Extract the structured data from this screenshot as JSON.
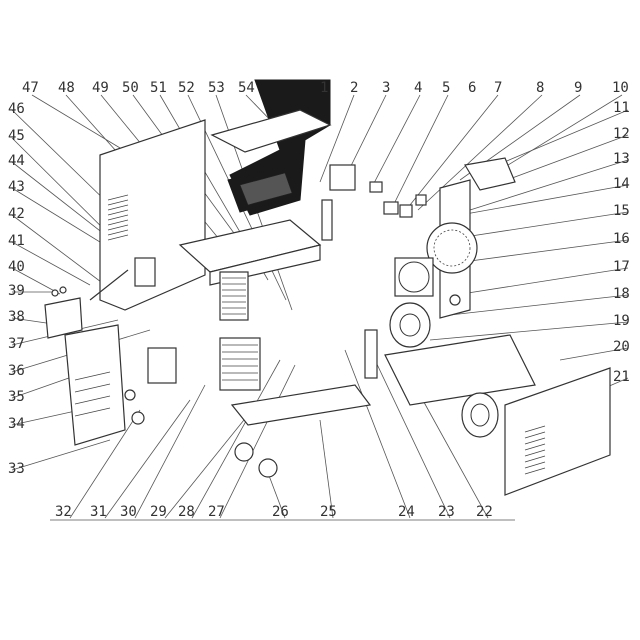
{
  "diagram": {
    "top_labels": [
      "47",
      "48",
      "49",
      "50",
      "51",
      "52",
      "53",
      "54",
      "1",
      "2",
      "3",
      "4",
      "5",
      "6",
      "7",
      "8",
      "9",
      "10"
    ],
    "right_labels": [
      "11",
      "12",
      "13",
      "14",
      "15",
      "16",
      "17",
      "18",
      "19",
      "20",
      "21"
    ],
    "left_labels": [
      "46",
      "45",
      "44",
      "43",
      "42",
      "41",
      "40",
      "39",
      "38",
      "37",
      "36",
      "35",
      "34",
      "33"
    ],
    "bottom_labels": [
      "32",
      "31",
      "30",
      "29",
      "28",
      "27",
      "26",
      "25",
      "24",
      "23",
      "22"
    ],
    "colors": {
      "line": "#333333",
      "dark_panel": "#1a1a1a",
      "background": "#ffffff"
    }
  }
}
